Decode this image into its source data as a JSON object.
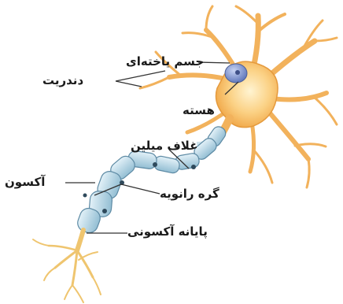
{
  "labels": {
    "cell_body": "جسم یاخته‌ای",
    "dendrite": "دندریت",
    "nucleus": "هسته",
    "myelin_sheath": "غلاف میلین",
    "axon": "آکسون",
    "node_of_ranvier": "گره رانویه",
    "axon_terminal": "پایانه آکسونی"
  },
  "colors": {
    "cell_body": "#f6b860",
    "cell_body_core": "#fbe3a6",
    "nucleus": "#6f88c9",
    "myelin": "#bcd8e6",
    "myelin_edge": "#5d8aa4",
    "axon_terminal": "#f4d38a",
    "line": "#333333"
  },
  "icons": [
    "neuron-illustration"
  ]
}
